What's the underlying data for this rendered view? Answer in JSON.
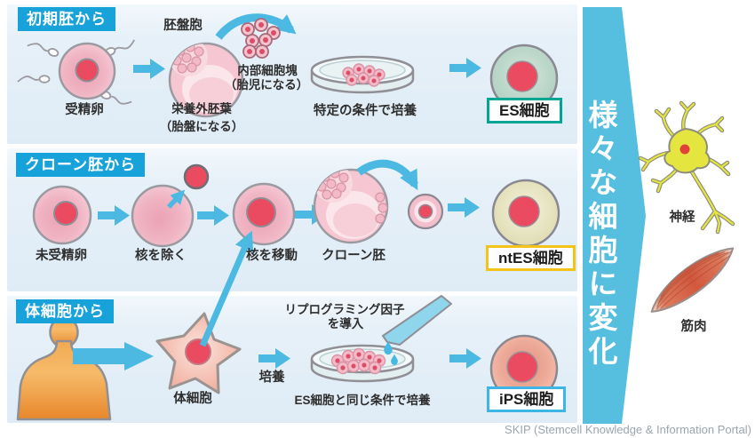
{
  "row1": {
    "tag": "初期胚から",
    "egg": "受精卵",
    "blastocyst": "胚盤胞",
    "icm_line1": "内部細胞塊",
    "icm_line2": "（胎児になる）",
    "troph_line1": "栄養外胚葉",
    "troph_line2": "（胎盤になる）",
    "culture": "特定の条件で培養",
    "result": "ES細胞"
  },
  "row2": {
    "tag": "クローン胚から",
    "egg": "未受精卵",
    "remove_nucleus": "核を除く",
    "move_nucleus": "核を移動",
    "cloned_embryo": "クローン胚",
    "result": "ntES細胞"
  },
  "row3": {
    "tag": "体細胞から",
    "somatic_cell": "体細胞",
    "culture": "培養",
    "reprogram_line1": "リプログラミング因子",
    "reprogram_line2": "を導入",
    "same_condition": "ES細胞と同じ条件で培養",
    "result": "iPS細胞"
  },
  "band": {
    "text": "様々な細胞に変化"
  },
  "outcomes": {
    "nerve": "神経",
    "muscle": "筋肉"
  },
  "credit": "SKIP (Stemcell Knowledge & Information Portal)",
  "colors": {
    "tag_bg": "#18a2da",
    "arrow": "#4cb9e2",
    "band": "#56bede",
    "nucleus_red": "#ea4b60",
    "es_box_border": "#00a693",
    "ntes_box_border": "#f3c417",
    "ips_box_border": "#3db5e5"
  }
}
